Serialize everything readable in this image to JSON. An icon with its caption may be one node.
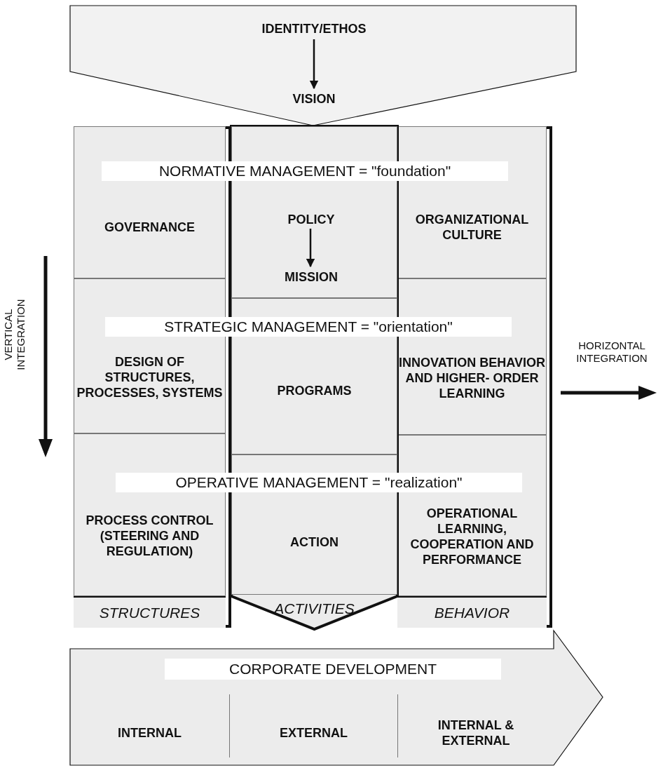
{
  "diagram": {
    "nodes": [
      {
        "text": [],
        "shape": "pentagon"
      },
      {
        "text": [
          "IDENTITY/ETHOS"
        ],
        "in": 0
      },
      {
        "text": [
          "VISION"
        ],
        "in": 0
      },
      {
        "text": [
          "STRUCTURES"
        ]
      },
      {
        "text": [
          "GOVERNANCE"
        ],
        "in": 3
      },
      {
        "text": [
          "DESIGN OF STRUCTURES, PROCESSES, SYSTEMS"
        ],
        "in": 3
      },
      {
        "text": [
          "PROCESS CONTROL (STEERING AND REGULATION)"
        ],
        "in": 3
      },
      {
        "text": [
          "ACTIVITIES"
        ]
      },
      {
        "text": [],
        "shape": "box",
        "in": 7
      },
      {
        "text": [
          "POLICY"
        ],
        "in": 8
      },
      {
        "text": [
          "MISSION"
        ],
        "in": 8
      },
      {
        "text": [
          "PROGRAMS"
        ],
        "in": 7
      },
      {
        "text": [
          "ACTION"
        ],
        "in": 7
      },
      {
        "text": [
          "BEHAVIOR"
        ]
      },
      {
        "text": [
          "ORGANIZATIONAL CULTURE"
        ],
        "in": 13
      },
      {
        "text": [
          "INNOVATION BEHAVIOR AND HIGHER- ORDER LEARNING"
        ],
        "in": 13
      },
      {
        "text": [
          "OPERATIONAL LEARNING, COOPERATION AND PERFORMANCE"
        ],
        "in": 13
      },
      {
        "text": [
          "CORPORATE DEVELOPMENT"
        ]
      },
      {
        "text": [
          "INTERNAL"
        ],
        "in": 17
      },
      {
        "text": [
          "EXTERNAL"
        ],
        "in": 17
      },
      {
        "text": [
          "INTERNAL & EXTERNAL"
        ],
        "in": 17
      }
    ],
    "edges": [
      {
        "from": 1,
        "to": 2,
        "arrow": "to"
      },
      {
        "from": 9,
        "to": 10,
        "arrow": "to"
      }
    ],
    "labels": [
      "NORMATIVE MANAGEMENT = \"foundation\"",
      "VERTICAL INTEGRATION",
      "STRATEGIC MANAGEMENT = \"orientation\"",
      "HORIZONTAL INTEGRATION",
      "OPERATIVE MANAGEMENT = \"realization\""
    ]
  }
}
